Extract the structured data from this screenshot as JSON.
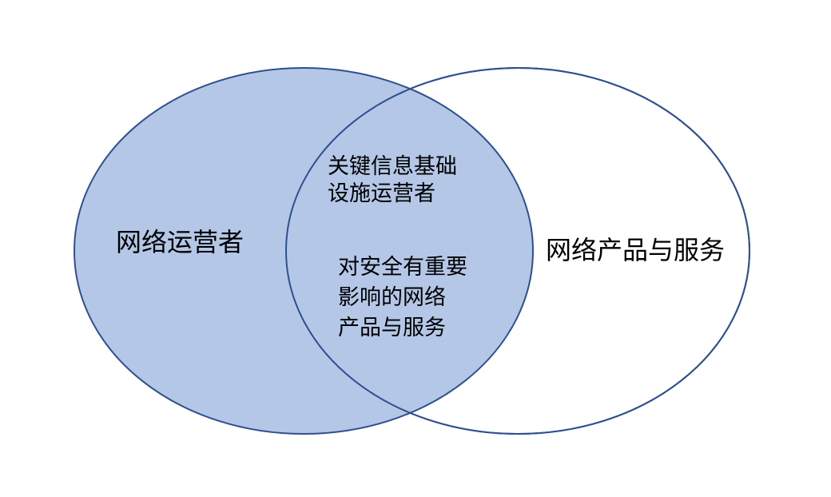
{
  "diagram": {
    "left_set": {
      "label": "网络运营者",
      "fill": "#b4c7e7",
      "stroke": "#2f4f8f"
    },
    "right_set": {
      "label": "网络产品与服务",
      "fill": "#ffffff",
      "stroke": "#2f4f8f"
    },
    "intersection": {
      "upper_label_lines": [
        "关键信息基础",
        "设施运营者"
      ],
      "lower_label_lines": [
        "对安全有重要",
        "影响的网络",
        "产品与服务"
      ]
    }
  }
}
